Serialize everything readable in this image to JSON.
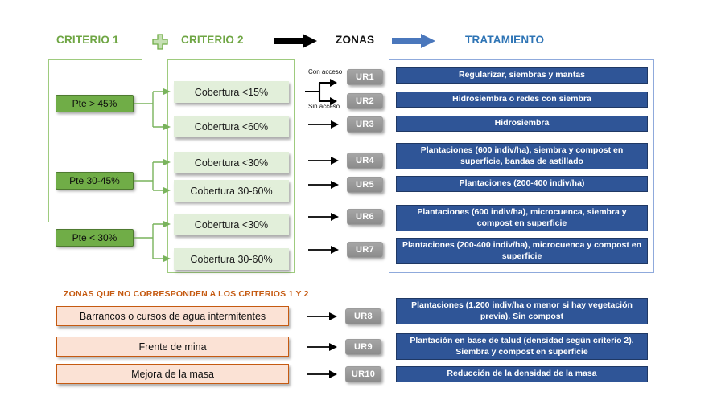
{
  "header": {
    "criterio1": "CRITERIO 1",
    "plus_icon": "plus-icon",
    "criterio2": "CRITERIO 2",
    "arrow_black_icon": "arrow-right-black-icon",
    "zonas": "ZONAS",
    "arrow_blue_icon": "arrow-right-blue-icon",
    "tratamiento": "TRATAMIENTO"
  },
  "colors": {
    "green_text": "#6FA644",
    "green_box": "#70AD47",
    "green_light_box": "#E2EFDA",
    "green_border": "#9ECB7E",
    "blue_text": "#2E74B5",
    "blue_box": "#2F5597",
    "blue_border": "#8FAADC",
    "grey_chip": "#8C8C8C",
    "peach_box": "#FBE2D5",
    "peach_border": "#C55A11",
    "orange_text": "#C55A11"
  },
  "criterio1": {
    "items": [
      {
        "label": "Pte > 45%"
      },
      {
        "label": "Pte 30-45%"
      },
      {
        "label": "Pte < 30%"
      }
    ]
  },
  "criterio2": {
    "items": [
      {
        "label": "Cobertura <15%"
      },
      {
        "label": "Cobertura <60%"
      },
      {
        "label": "Cobertura <30%"
      },
      {
        "label": "Cobertura 30-60%"
      },
      {
        "label": "Cobertura <30%"
      },
      {
        "label": "Cobertura 30-60%"
      }
    ]
  },
  "access_labels": {
    "con_acceso": "Con acceso",
    "sin_acceso": "Sin acceso"
  },
  "zonas": {
    "items": [
      {
        "label": "UR1"
      },
      {
        "label": "UR2"
      },
      {
        "label": "UR3"
      },
      {
        "label": "UR4"
      },
      {
        "label": "UR5"
      },
      {
        "label": "UR6"
      },
      {
        "label": "UR7"
      }
    ]
  },
  "tratamientos": {
    "items": [
      {
        "label": "Regularizar, siembras y mantas"
      },
      {
        "label": "Hidrosiembra o redes con siembra"
      },
      {
        "label": "Hidrosiembra"
      },
      {
        "label": "Plantaciones (600 indiv/ha), siembra y compost en superficie, bandas de astillado"
      },
      {
        "label": "Plantaciones (200-400 indiv/ha)"
      },
      {
        "label": "Plantaciones (600 indiv/ha), microcuenca, siembra y compost en superficie"
      },
      {
        "label": "Plantaciones (200-400 indiv/ha), microcuenca y compost en superficie"
      }
    ]
  },
  "bottom": {
    "title": "ZONAS QUE NO CORRESPONDEN A LOS CRITERIOS 1 Y 2",
    "zones": [
      {
        "label": "Barrancos o cursos de agua intermitentes"
      },
      {
        "label": "Frente de mina"
      },
      {
        "label": "Mejora de la masa"
      }
    ],
    "ur": [
      {
        "label": "UR8"
      },
      {
        "label": "UR9"
      },
      {
        "label": "UR10"
      }
    ],
    "tratamientos": [
      {
        "label": "Plantaciones (1.200 indiv/ha o menor si hay vegetación previa). Sin compost"
      },
      {
        "label": "Plantación en base de talud (densidad según criterio 2). Siembra y compost en superficie"
      },
      {
        "label": "Reducción de la densidad de la masa"
      }
    ]
  }
}
